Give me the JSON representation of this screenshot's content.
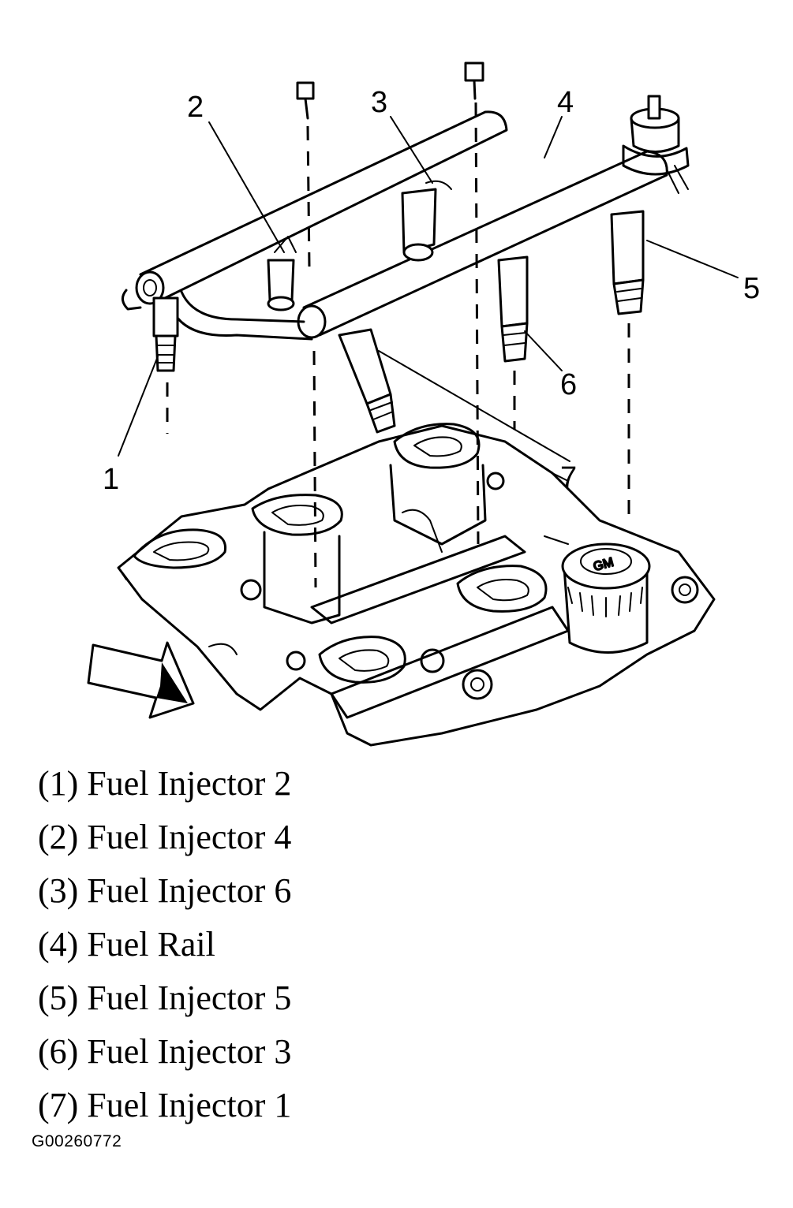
{
  "callouts": [
    {
      "num": "1",
      "part": "Fuel Injector 2"
    },
    {
      "num": "2",
      "part": "Fuel Injector 4"
    },
    {
      "num": "3",
      "part": "Fuel Injector 6"
    },
    {
      "num": "4",
      "part": "Fuel Rail"
    },
    {
      "num": "5",
      "part": "Fuel Injector 5"
    },
    {
      "num": "6",
      "part": "Fuel Injector 3"
    },
    {
      "num": "7",
      "part": "Fuel Injector 1"
    }
  ],
  "legend": [
    "(1) Fuel Injector 2",
    "(2) Fuel Injector 4",
    "(3) Fuel Injector 6",
    "(4) Fuel Rail",
    "(5) Fuel Injector 5",
    "(6) Fuel Injector 3",
    "(7) Fuel Injector 1"
  ],
  "figure_code": "G00260772",
  "cap_label": "GM"
}
